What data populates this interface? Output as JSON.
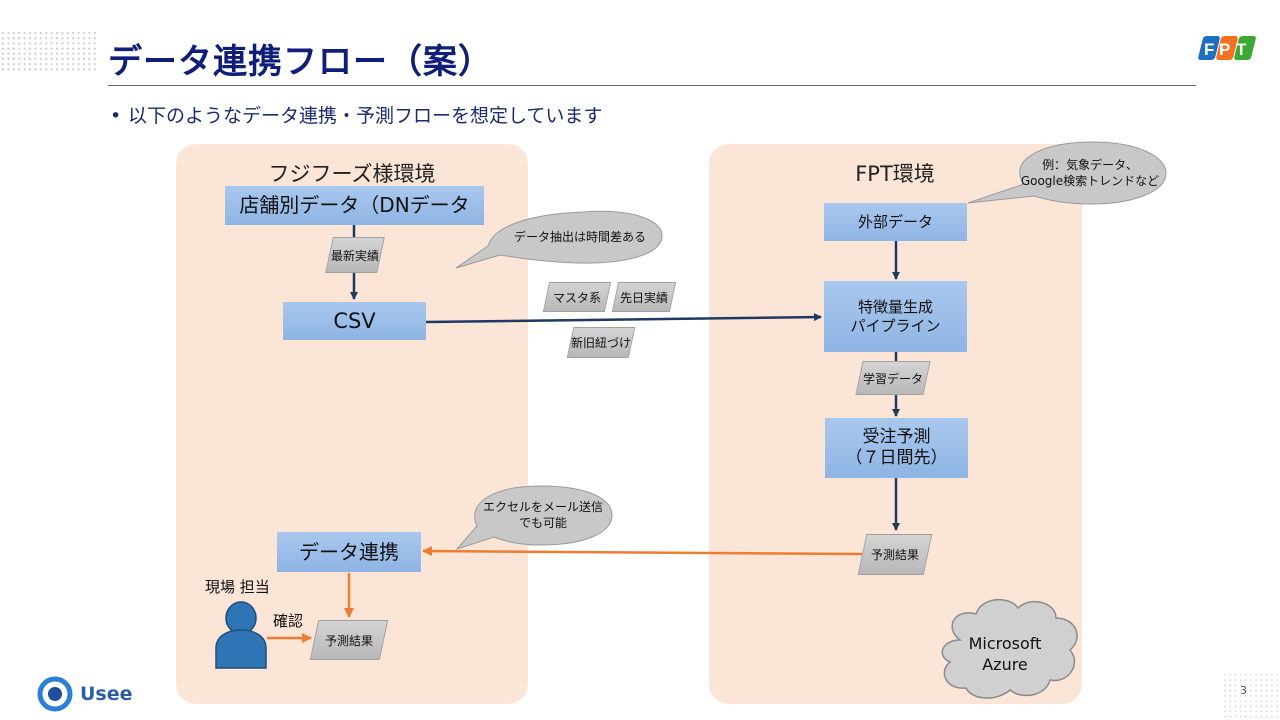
{
  "slide": {
    "title": "データ連携フロー（案）",
    "bullet": "以下のようなデータ連携・予測フローを想定しています",
    "page_number": "3",
    "footer_logo": "Usee",
    "brand_logo": "FPT"
  },
  "left_panel": {
    "title": "フジフーズ様環境",
    "store_data_box": "店舗別データ（DNデータ",
    "latest_actual_tag": "最新実績",
    "csv_box": "CSV",
    "data_link_box": "データ連携",
    "person_label": "現場 担当",
    "confirm_label": "確認",
    "forecast_result_tag": "予測結果"
  },
  "right_panel": {
    "title": "FPT環境",
    "external_data_box": "外部データ",
    "feature_pipeline_box": [
      "特徴量生成",
      "パイプライン"
    ],
    "training_data_tag": "学習データ",
    "order_forecast_box": [
      "受注予測",
      "（７日間先）"
    ],
    "forecast_result_tag": "予測結果",
    "azure_cloud": [
      "Microsoft",
      "Azure"
    ]
  },
  "middle_tags": {
    "master": "マスタ系",
    "prior_actual": "先日実績",
    "old_new_link": "新旧紐づけ"
  },
  "callouts": {
    "time_lag": "データ抽出は時間差ある",
    "external_examples": [
      "例：気象データ、",
      "Google検索トレンドなど"
    ],
    "excel_mail": [
      "エクセルをメール送信",
      "でも可能"
    ]
  },
  "colors": {
    "title": "#0f1e78",
    "panel_bg": "#fbe5d6",
    "box_fill": "#9dbfe9",
    "arrow_blue": "#1f3864",
    "arrow_orange": "#ed7d31",
    "tag_fill": "#c8c8c8"
  }
}
